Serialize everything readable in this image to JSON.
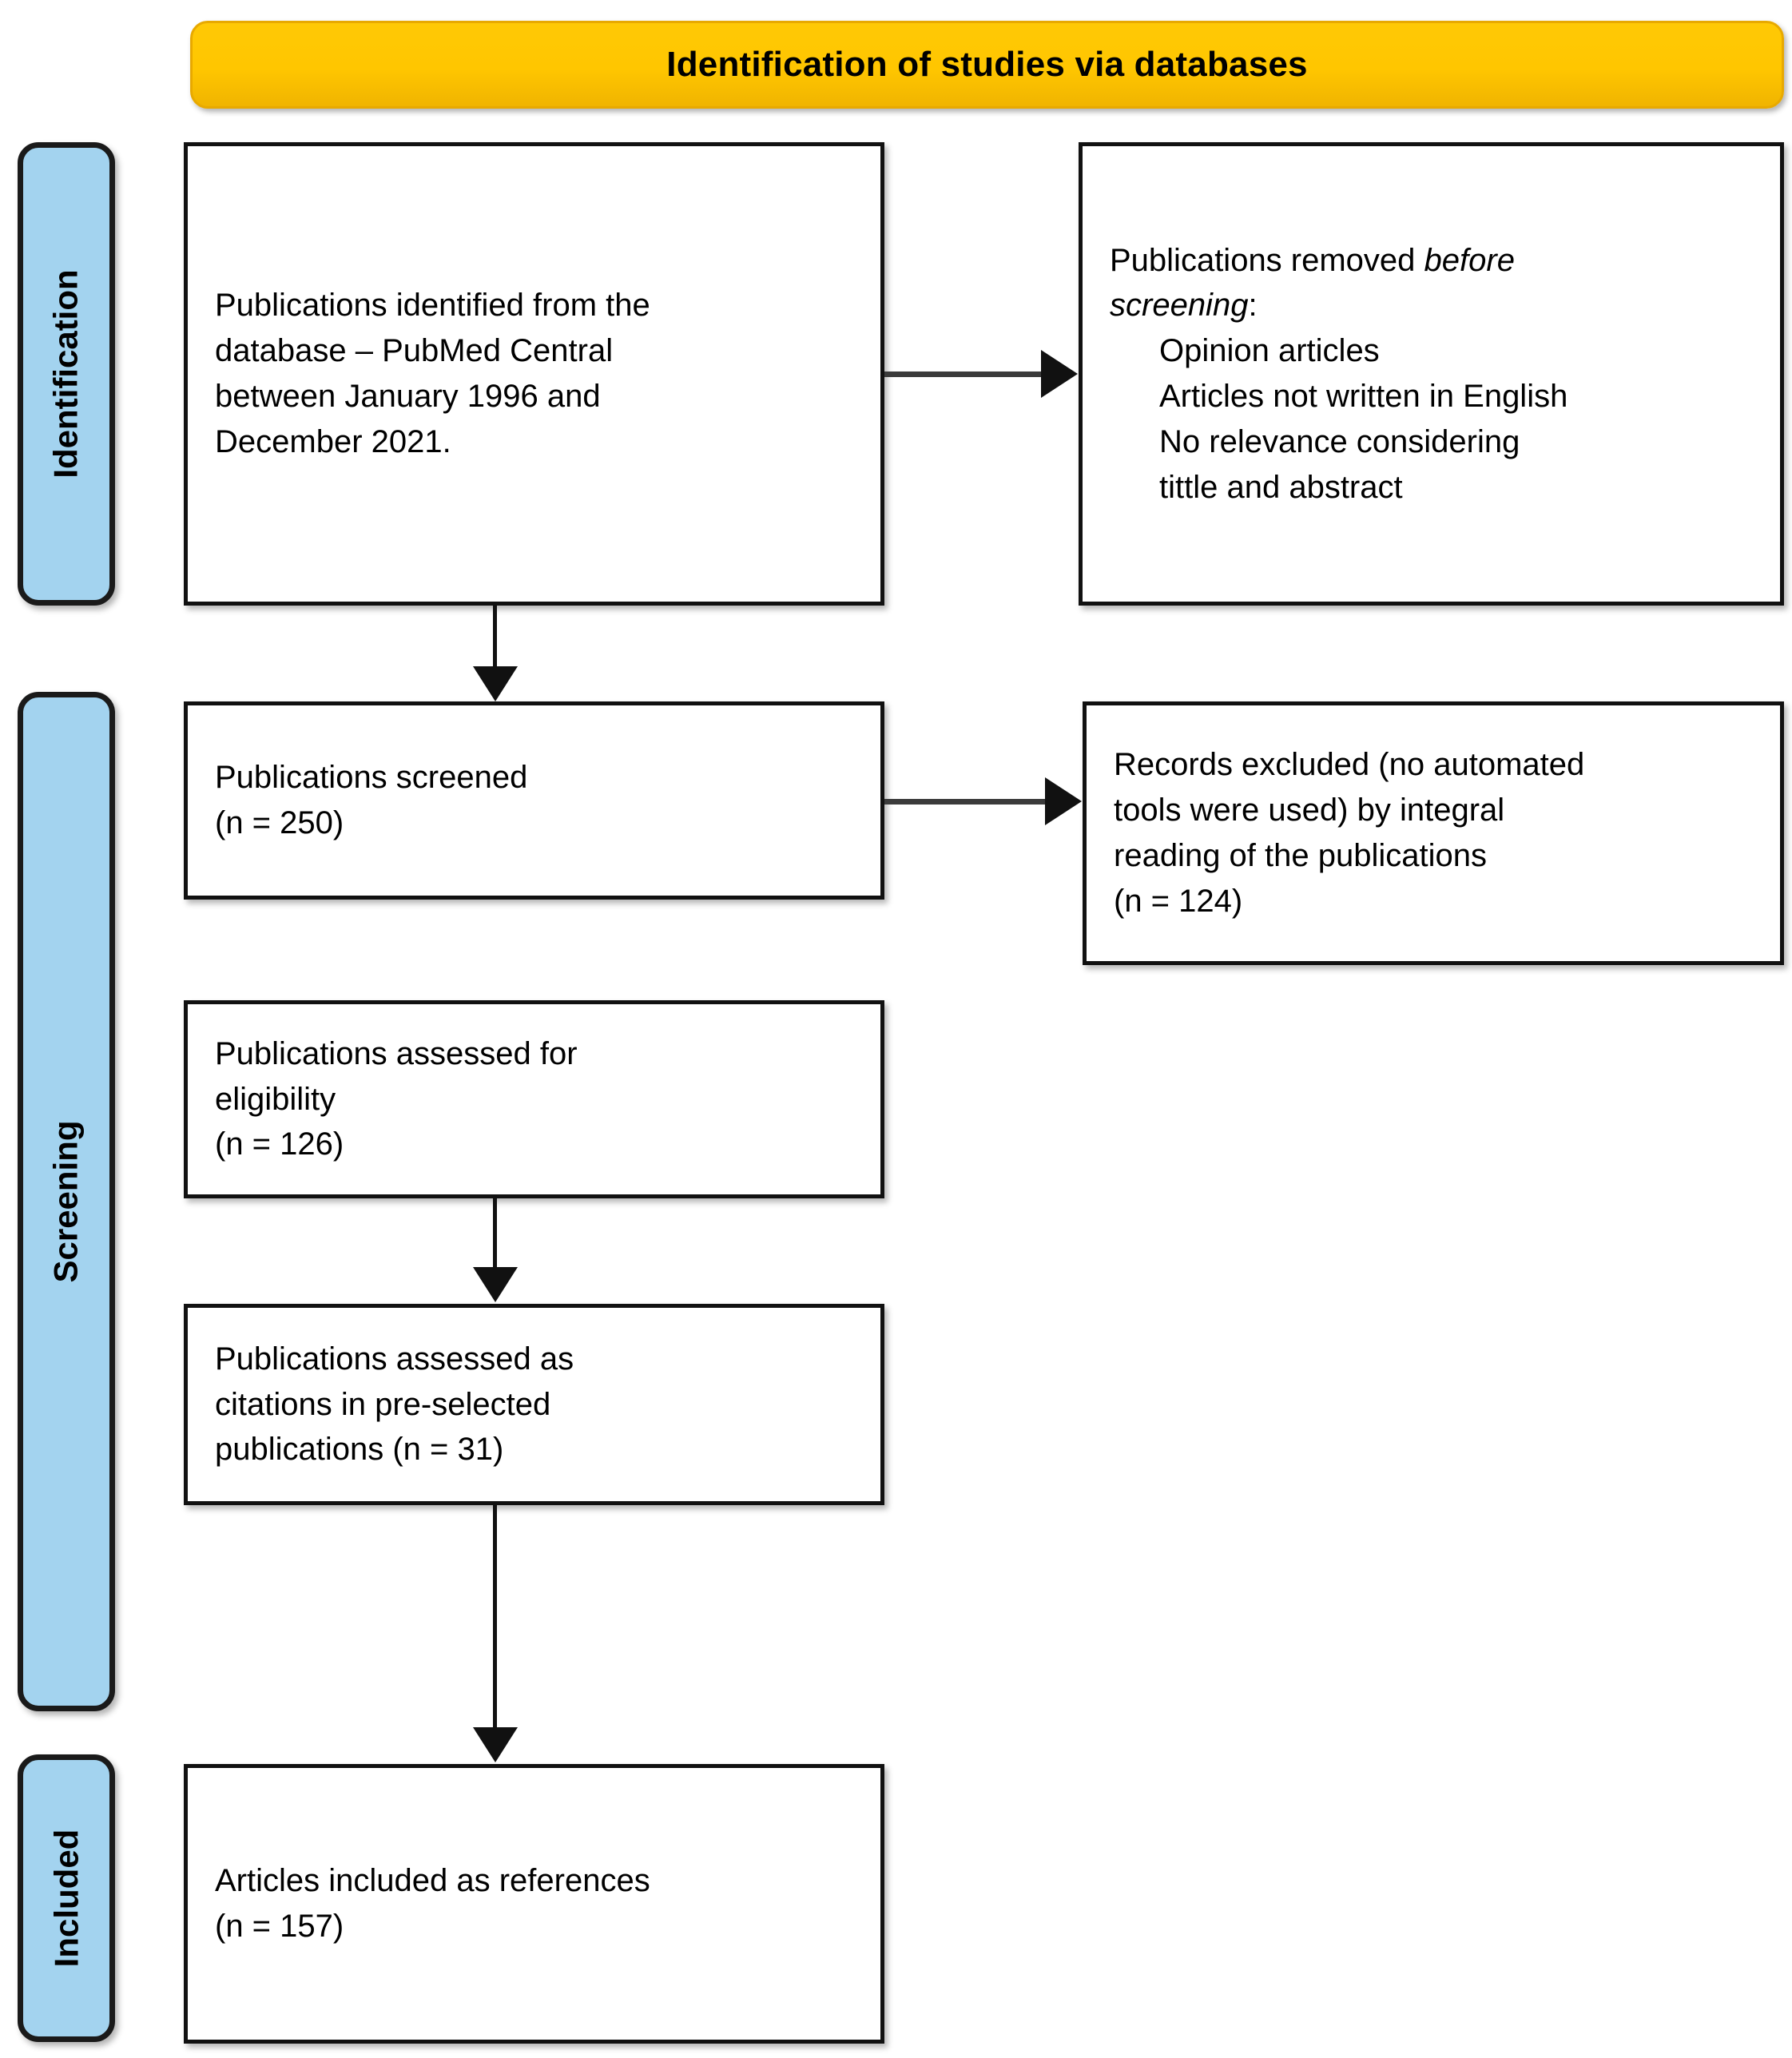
{
  "banner": {
    "title": "Identification of studies via databases",
    "color": "#FFC600"
  },
  "stages": {
    "identification": "Identification",
    "screening": "Screening",
    "included": "Included",
    "color": "#A3D3EF"
  },
  "boxes": {
    "identified": {
      "line1": "Publications identified from the",
      "line2": "database – PubMed Central",
      "line3": "between January 1996 and",
      "line4": "December 2021."
    },
    "removed": {
      "lead_plain": "Publications removed ",
      "lead_italic_a": "before",
      "lead_italic_b": "screening",
      "lead_colon": ":",
      "item1": "Opinion articles",
      "item2": "Articles not written in English",
      "item3": "No relevance considering",
      "item4": "tittle and abstract"
    },
    "screened": {
      "line1": "Publications screened",
      "line2": "(n = 250)",
      "n": 250
    },
    "excluded": {
      "line1": "Records excluded (no automated",
      "line2": "tools were used) by integral",
      "line3": "reading of the publications",
      "line4": "(n = 124)",
      "n": 124
    },
    "eligibility": {
      "line1": "Publications assessed for",
      "line2": "eligibility",
      "line3": "(n = 126)",
      "n": 126
    },
    "citations": {
      "line1": "Publications assessed as",
      "line2": "citations in pre-selected",
      "line3": "publications (n = 31)",
      "n": 31
    },
    "included": {
      "line1": "Articles included as references",
      "line2": "(n = 157)",
      "n": 157
    }
  },
  "chart_data": {
    "type": "diagram",
    "title": "Identification of studies via databases",
    "flow": "PRISMA study-selection flow diagram",
    "stages": [
      "Identification",
      "Screening",
      "Included"
    ],
    "nodes": [
      {
        "id": "identified",
        "stage": "Identification",
        "label": "Publications identified from the database – PubMed Central between January 1996 and December 2021.",
        "n": null
      },
      {
        "id": "removed",
        "stage": "Identification",
        "label": "Publications removed before screening: Opinion articles; Articles not written in English; No relevance considering tittle and abstract",
        "n": null
      },
      {
        "id": "screened",
        "stage": "Screening",
        "label": "Publications screened",
        "n": 250
      },
      {
        "id": "excluded",
        "stage": "Screening",
        "label": "Records excluded (no automated tools were used) by integral reading of the publications",
        "n": 124
      },
      {
        "id": "eligibility",
        "stage": "Screening",
        "label": "Publications assessed for eligibility",
        "n": 126
      },
      {
        "id": "citations",
        "stage": "Screening",
        "label": "Publications assessed as citations in pre-selected publications",
        "n": 31
      },
      {
        "id": "included",
        "stage": "Included",
        "label": "Articles included as references",
        "n": 157
      }
    ],
    "edges": [
      {
        "from": "identified",
        "to": "removed",
        "direction": "right"
      },
      {
        "from": "identified",
        "to": "screened",
        "direction": "down"
      },
      {
        "from": "screened",
        "to": "excluded",
        "direction": "right"
      },
      {
        "from": "eligibility",
        "to": "citations",
        "direction": "down"
      },
      {
        "from": "citations",
        "to": "included",
        "direction": "down"
      }
    ]
  }
}
